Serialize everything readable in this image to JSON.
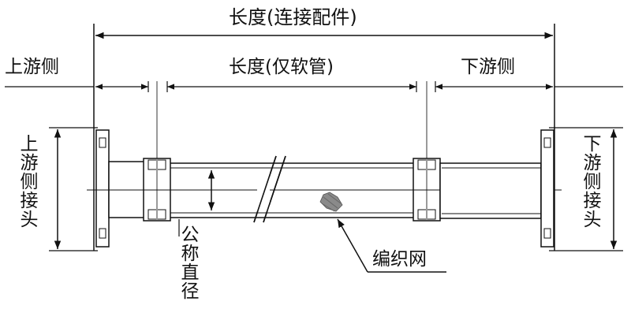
{
  "labels": {
    "overall_length": "长度(连接配件)",
    "hose_length": "长度(仅软管)",
    "upstream_side": "上游侧",
    "downstream_side": "下游侧",
    "upstream_fitting": "上游侧接头",
    "downstream_fitting": "下游侧接头",
    "nominal_diameter": "公称直径",
    "braid": "编织网"
  },
  "colors": {
    "line": "#111111",
    "gray_line": "#9a9a9a",
    "braid_fill": "#8a8a8a"
  }
}
